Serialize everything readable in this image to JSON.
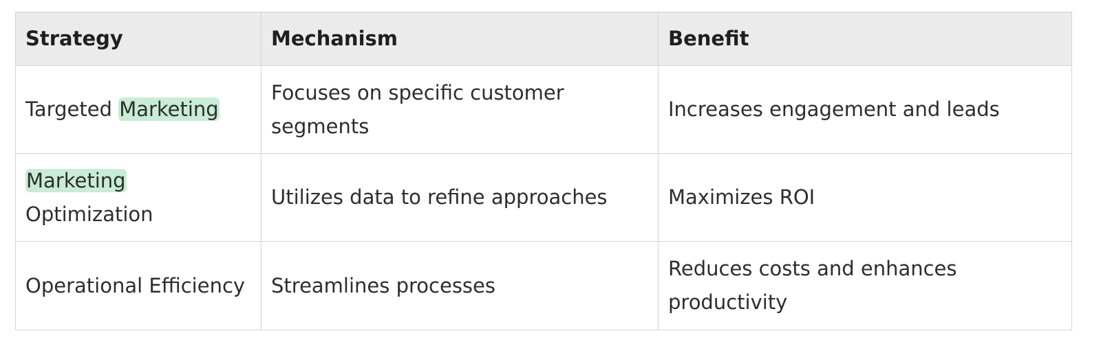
{
  "table": {
    "headers": [
      "Strategy",
      "Mechanism",
      "Benefit"
    ],
    "rows": [
      {
        "strategy_pre": "Targeted ",
        "strategy_highlight": "Marketing",
        "strategy_post": "",
        "mechanism": "Focuses on specific customer segments",
        "benefit": "Increases engagement and leads"
      },
      {
        "strategy_pre": "",
        "strategy_highlight": "Marketing",
        "strategy_post": " Optimization",
        "mechanism": "Utilizes data to refine approaches",
        "benefit": "Maximizes ROI"
      },
      {
        "strategy_pre": "Operational Efficiency",
        "strategy_highlight": "",
        "strategy_post": "",
        "mechanism": "Streamlines processes",
        "benefit": "Reduces costs and enhances productivity"
      }
    ],
    "highlight_color": "#c8ecd6",
    "header_bg": "#ebebeb"
  }
}
